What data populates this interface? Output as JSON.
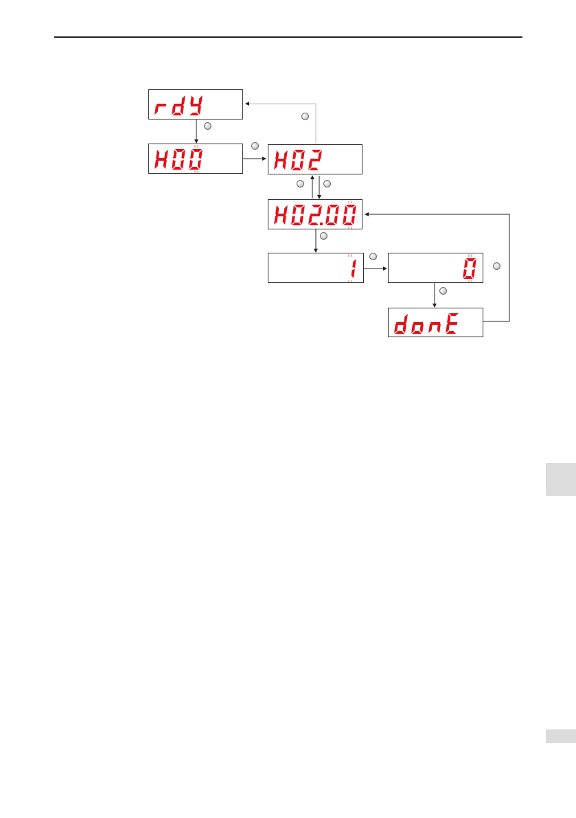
{
  "colors": {
    "led": "#e1121a",
    "blink": "#e57373",
    "line": "#222222",
    "faint_line": "#bbbbbb"
  },
  "displays": [
    {
      "id": "rdy",
      "chars": [
        "r",
        "d",
        "Y"
      ],
      "blink": []
    },
    {
      "id": "h00",
      "chars": [
        "H",
        "0",
        "0"
      ],
      "blink": [
        2
      ]
    },
    {
      "id": "h02",
      "chars": [
        "H",
        "0",
        "2"
      ],
      "blink": []
    },
    {
      "id": "h0200",
      "chars": [
        "H",
        "0",
        "2.",
        "0",
        "0"
      ],
      "blink": [
        4
      ]
    },
    {
      "id": "value1",
      "chars": [
        "",
        "",
        "",
        "",
        "1"
      ],
      "blink": [
        4
      ]
    },
    {
      "id": "value0",
      "chars": [
        "",
        "",
        "",
        "",
        "0"
      ],
      "blink": [
        4
      ]
    },
    {
      "id": "done",
      "chars": [
        "d",
        "o",
        "n",
        "E"
      ],
      "blink": []
    }
  ],
  "buttons": [
    "set-button",
    "mode-button",
    "up-button",
    "shift-button",
    "mode-button-2",
    "down-button",
    "set-button-2",
    "shift-button-2",
    "set-button-3"
  ]
}
